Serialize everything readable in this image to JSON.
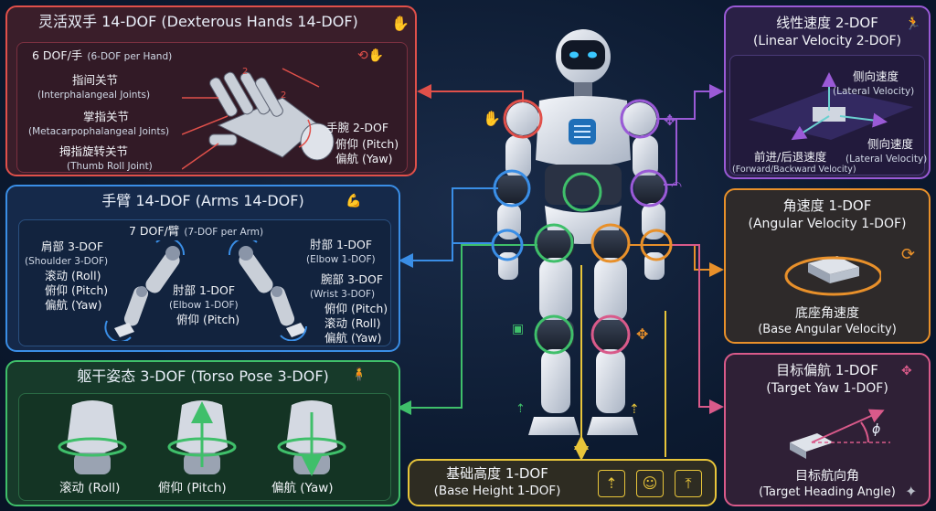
{
  "hands": {
    "title": "灵活双手 14-DOF (Dexterous Hands 14-DOF)",
    "per_hand": "6 DOF/手",
    "per_hand_en": "(6-DOF per Hand)",
    "interphalangeal_zh": "指间关节",
    "interphalangeal_en": "(Interphalangeal Joints)",
    "metacarpophalangeal_zh": "掌指关节",
    "metacarpophalangeal_en": "(Metacarpophalangeal Joints)",
    "thumb_zh": "拇指旋转关节",
    "thumb_en": "(Thumb Roll Joint)",
    "wrist_zh": "手腕 2-DOF",
    "wrist_pitch": "俯仰 (Pitch)",
    "wrist_yaw": "偏航 (Yaw)",
    "dim_a": "2",
    "dim_b": "2",
    "color": "#e0504a",
    "bg": "#3a1e2a"
  },
  "arms": {
    "title": "手臂 14-DOF (Arms 14-DOF)",
    "per_arm": "7 DOF/臂",
    "per_arm_en": "(7-DOF per Arm)",
    "shoulder_zh": "肩部 3-DOF",
    "shoulder_en": "(Shoulder 3-DOF)",
    "roll": "滚动 (Roll)",
    "pitch": "俯仰 (Pitch)",
    "yaw": "偏航 (Yaw)",
    "elbow_zh": "肘部 1-DOF",
    "elbow_en": "(Elbow 1-DOF)",
    "elbow_pitch": "俯仰 (Pitch)",
    "elbow_top_zh": "肘部 1-DOF",
    "elbow_top_en": "(Elbow 1-DOF)",
    "wrist_zh": "腕部 3-DOF",
    "wrist_en": "(Wrist 3-DOF)",
    "wrist_pitch": "俯仰 (Pitch)",
    "wrist_roll": "滚动 (Roll)",
    "wrist_yaw": "偏航 (Yaw)",
    "color": "#3a8ee6",
    "bg": "#15294a"
  },
  "torso": {
    "title": "躯干姿态 3-DOF (Torso Pose 3-DOF)",
    "roll": "滚动 (Roll)",
    "pitch": "俯仰 (Pitch)",
    "yaw": "偏航 (Yaw)",
    "color": "#3fbf6a",
    "bg": "#173a2a"
  },
  "linear_velocity": {
    "title_zh": "线性速度 2-DOF",
    "title_en": "(Linear Velocity 2-DOF)",
    "lateral_zh": "侧向速度",
    "lateral_en": "(Lateral Velocity)",
    "lateral2_zh": "侧向速度",
    "lateral2_en": "(Lateral Velocity)",
    "forward_zh": "前进/后退速度",
    "forward_en": "(Forward/Backward Velocity)",
    "color": "#9a5ad6",
    "bg": "#2a2046"
  },
  "angular_velocity": {
    "title_zh": "角速度 1-DOF",
    "title_en": "(Angular Velocity 1-DOF)",
    "label_zh": "底座角速度",
    "label_en": "(Base Angular Velocity)",
    "color": "#e8902a",
    "bg": "#2e2a2a"
  },
  "target_yaw": {
    "title_zh": "目标偏航 1-DOF",
    "title_en": "(Target Yaw 1-DOF)",
    "label_zh": "目标航向角",
    "label_en": "(Target Heading Angle)",
    "phi": "ϕ",
    "color": "#d95a8a",
    "bg": "#2f2036"
  },
  "base_height": {
    "title_zh": "基础高度 1-DOF",
    "title_en": "(Base Height 1-DOF)",
    "color": "#e8c53a",
    "bg": "#2e2c22"
  }
}
